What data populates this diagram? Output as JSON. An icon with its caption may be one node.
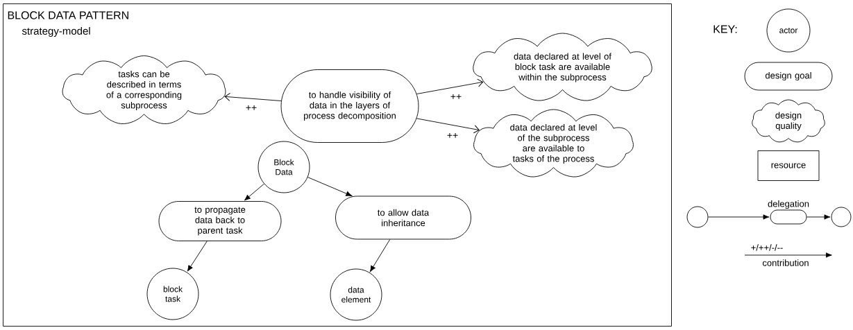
{
  "diagram": {
    "nodes": [
      {
        "text": [
          "BLOCK DATA PATTERN",
          "strategy-model"
        ]
      },
      {
        "text": [
          "tasks can be described in terms of a corresponding subprocess"
        ],
        "in": 0
      },
      {
        "text": [
          "to handle visibility of data in the layers of process decomposition"
        ],
        "in": 0
      },
      {
        "text": [
          "data declared at level of block task are available within the subprocess"
        ],
        "in": 0
      },
      {
        "text": [
          "data declared at level of the subprocess are available to tasks of the process"
        ],
        "in": 0
      },
      {
        "text": [
          "Block Data"
        ],
        "in": 0
      },
      {
        "text": [
          "to propagate data back to parent task"
        ],
        "in": 0
      },
      {
        "text": [
          "to allow data inheritance"
        ],
        "in": 0
      },
      {
        "text": [
          "block task"
        ],
        "in": 0
      },
      {
        "text": [
          "data element"
        ],
        "in": 0
      },
      {
        "text": [
          "actor"
        ]
      },
      {
        "text": [
          "design goal"
        ]
      },
      {
        "text": [
          "design quality"
        ]
      },
      {
        "text": [
          "resource"
        ]
      },
      {
        "text": [],
        "shape": "circle"
      },
      {
        "text": [
          "delegation"
        ]
      },
      {
        "text": [],
        "shape": "circle"
      }
    ],
    "edges": [
      {
        "from": 2,
        "to": 1,
        "arrow": "to",
        "label": "++"
      },
      {
        "from": 2,
        "to": 3,
        "arrow": "to",
        "label": "++"
      },
      {
        "from": 2,
        "to": 4,
        "arrow": "to",
        "label": "++"
      },
      {
        "from": 5,
        "to": 6,
        "arrow": "to"
      },
      {
        "from": 5,
        "to": 7,
        "arrow": "to"
      },
      {
        "from": 6,
        "to": 8,
        "arrow": "to"
      },
      {
        "from": 7,
        "to": 9,
        "arrow": "to"
      },
      {
        "from": 14,
        "to": 15,
        "arrow": "to"
      },
      {
        "from": 15,
        "to": 16,
        "arrow": "to"
      }
    ],
    "labels": [
      "KEY:",
      "+/++/-/--",
      "contribution"
    ]
  }
}
